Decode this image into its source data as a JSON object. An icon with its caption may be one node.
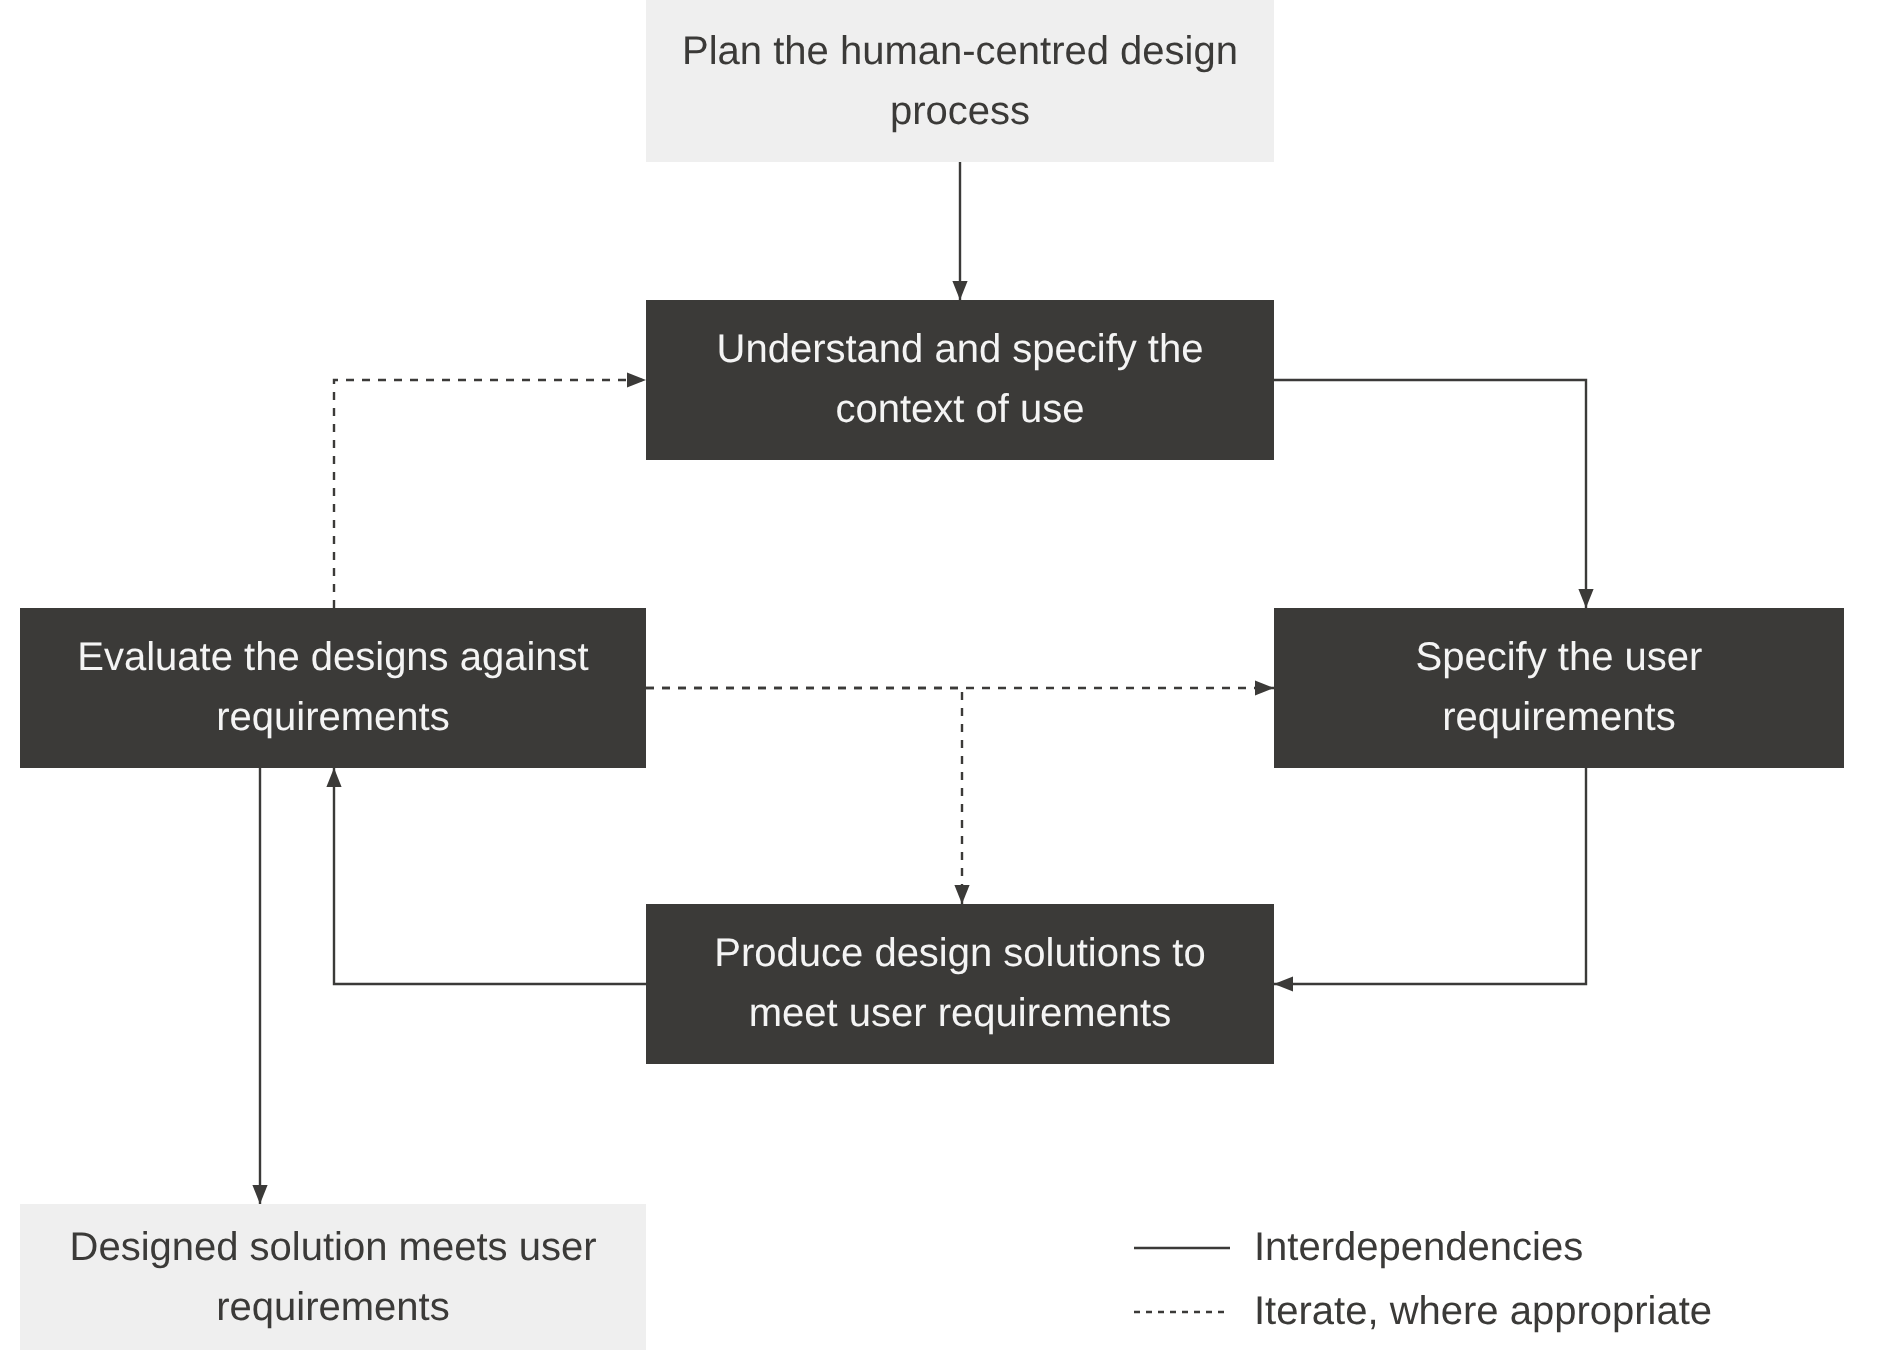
{
  "diagram": {
    "nodes": [
      {
        "text": [
          "Plan the human-centred design process"
        ]
      },
      {
        "text": [
          "Understand and specify the context of use"
        ]
      },
      {
        "text": [
          "Specify the user requirements"
        ]
      },
      {
        "text": [
          "Produce design solutions to meet user requirements"
        ]
      },
      {
        "text": [
          "Evaluate the designs against requirements"
        ]
      },
      {
        "text": [
          "Designed solution meets user requirements"
        ]
      }
    ],
    "edges": [
      {
        "from": 0,
        "to": 1,
        "arrow": "to"
      },
      {
        "from": 1,
        "to": 2,
        "arrow": "to"
      },
      {
        "from": 2,
        "to": 3,
        "arrow": "to"
      },
      {
        "from": 3,
        "to": 4,
        "arrow": "to"
      },
      {
        "from": 4,
        "to": 1,
        "arrow": "to",
        "style": "dashed"
      },
      {
        "from": 4,
        "to": 2,
        "arrow": "to",
        "style": "dashed"
      },
      {
        "from": 4,
        "to": 3,
        "arrow": "to",
        "style": "dashed"
      },
      {
        "from": 4,
        "to": 5,
        "arrow": "to"
      }
    ],
    "legend": [
      {
        "text": "Interdependencies"
      },
      {
        "text": "Iterate, where appropriate"
      }
    ]
  }
}
